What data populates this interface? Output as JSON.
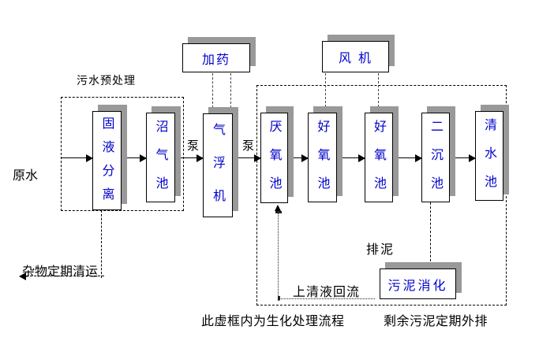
{
  "diagram": {
    "type": "wastewater-treatment-process-flowchart",
    "colors": {
      "box_text": "#0000cc",
      "box_shadow": "#999999",
      "line": "#000000",
      "background": "#ffffff"
    },
    "labels": {
      "raw_water": "原水",
      "pretreatment_title": "污水预处理",
      "pump_1": "泵",
      "pump_2": "泵",
      "debris_removal": "杂物定期清运",
      "supernatant_return": "上清液回流",
      "sludge_discharge": "排泥",
      "bio_frame_note": "此虚框内为生化处理流程",
      "excess_sludge_note": "剩余污泥定期外排"
    },
    "boxes": {
      "dosing": "加药",
      "fan": "风 机",
      "solid_liquid_separation": "固液分离",
      "biogas_tank": "沼气池",
      "air_flotation": "气浮机",
      "anaerobic_tank": "厌氧池",
      "aerobic_tank_1": "好氧池",
      "aerobic_tank_2": "好氧池",
      "secondary_sedimentation_tank": "二沉池",
      "clean_water_tank": "清水池",
      "sludge_digestion": "污泥消化"
    }
  }
}
